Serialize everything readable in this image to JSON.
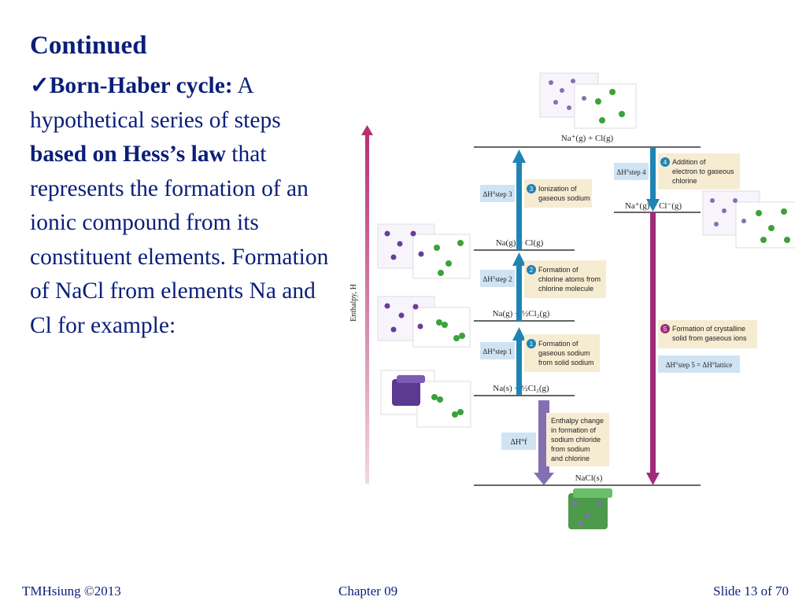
{
  "slide": {
    "title": "Continued",
    "check": "✓",
    "term": "Born-Haber cycle:",
    "t1": " A hypothetical series of steps ",
    "bold1": "based on Hess’s law",
    "t2": " that represents the formation of an ionic compound from its constituent elements. Formation of NaCl from elements Na and Cl for example:"
  },
  "footer": {
    "left": "TMHsiung  ©2013",
    "center": "Chapter 09",
    "right": "Slide 13 of 70"
  },
  "diagram": {
    "axis_label": "Enthalpy, H",
    "levels": {
      "top": "Na⁺(g) + Cl(g)",
      "ions": "Na⁺(g) + Cl⁻(g)",
      "atoms": "Na(g) + Cl(g)",
      "half_cl2_gas": "Na(g) + ½Cl₂(g)",
      "elements": "Na(s) + ½Cl₂(g)",
      "nacl": "NaCl(s)"
    },
    "steps": [
      {
        "num": "1",
        "lines": [
          "Formation of",
          "gaseous sodium",
          "from solid sodium"
        ],
        "dh": "ΔH°step 1"
      },
      {
        "num": "2",
        "lines": [
          "Formation of",
          "chlorine atoms from",
          "chlorine molecule"
        ],
        "dh": "ΔH°step 2"
      },
      {
        "num": "3",
        "lines": [
          "Ionization of",
          "gaseous sodium"
        ],
        "dh": "ΔH°step 3"
      },
      {
        "num": "4",
        "lines": [
          "Addition of",
          "electron to gaseous",
          "chlorine"
        ],
        "dh": "ΔH°step 4"
      },
      {
        "num": "5",
        "lines": [
          "Formation of crystalline",
          "solid from gaseous ions"
        ],
        "dh": "ΔH°step 5 = ΔH°lattice"
      }
    ],
    "formation": {
      "lines": [
        "Enthalpy change",
        "in formation of",
        "sodium chloride",
        "from sodium",
        "and chlorine"
      ],
      "dh": "ΔH°f"
    },
    "colors": {
      "blue": "#1f84b5",
      "magenta": "#a02b7a",
      "purple": "#8470b0",
      "box": "#f6ecd2",
      "dhbox": "#cfe3f3",
      "sodium": "#6a3d9a",
      "chlorine": "#3aa23a"
    }
  }
}
